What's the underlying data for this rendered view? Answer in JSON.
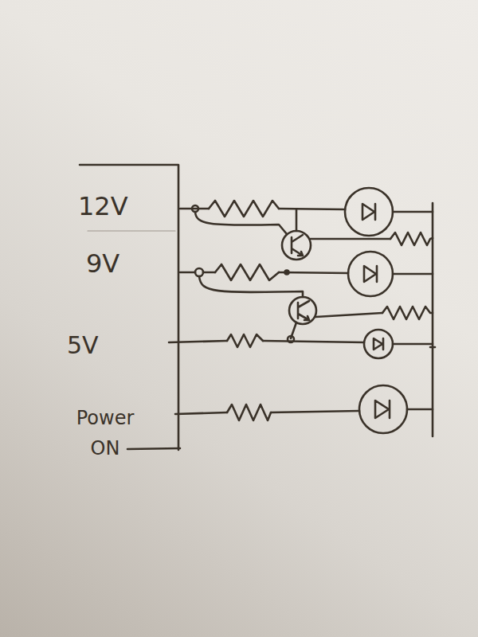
{
  "diagram": {
    "labels": [
      "12V",
      "9V",
      "5V",
      "Power ON"
    ]
  }
}
